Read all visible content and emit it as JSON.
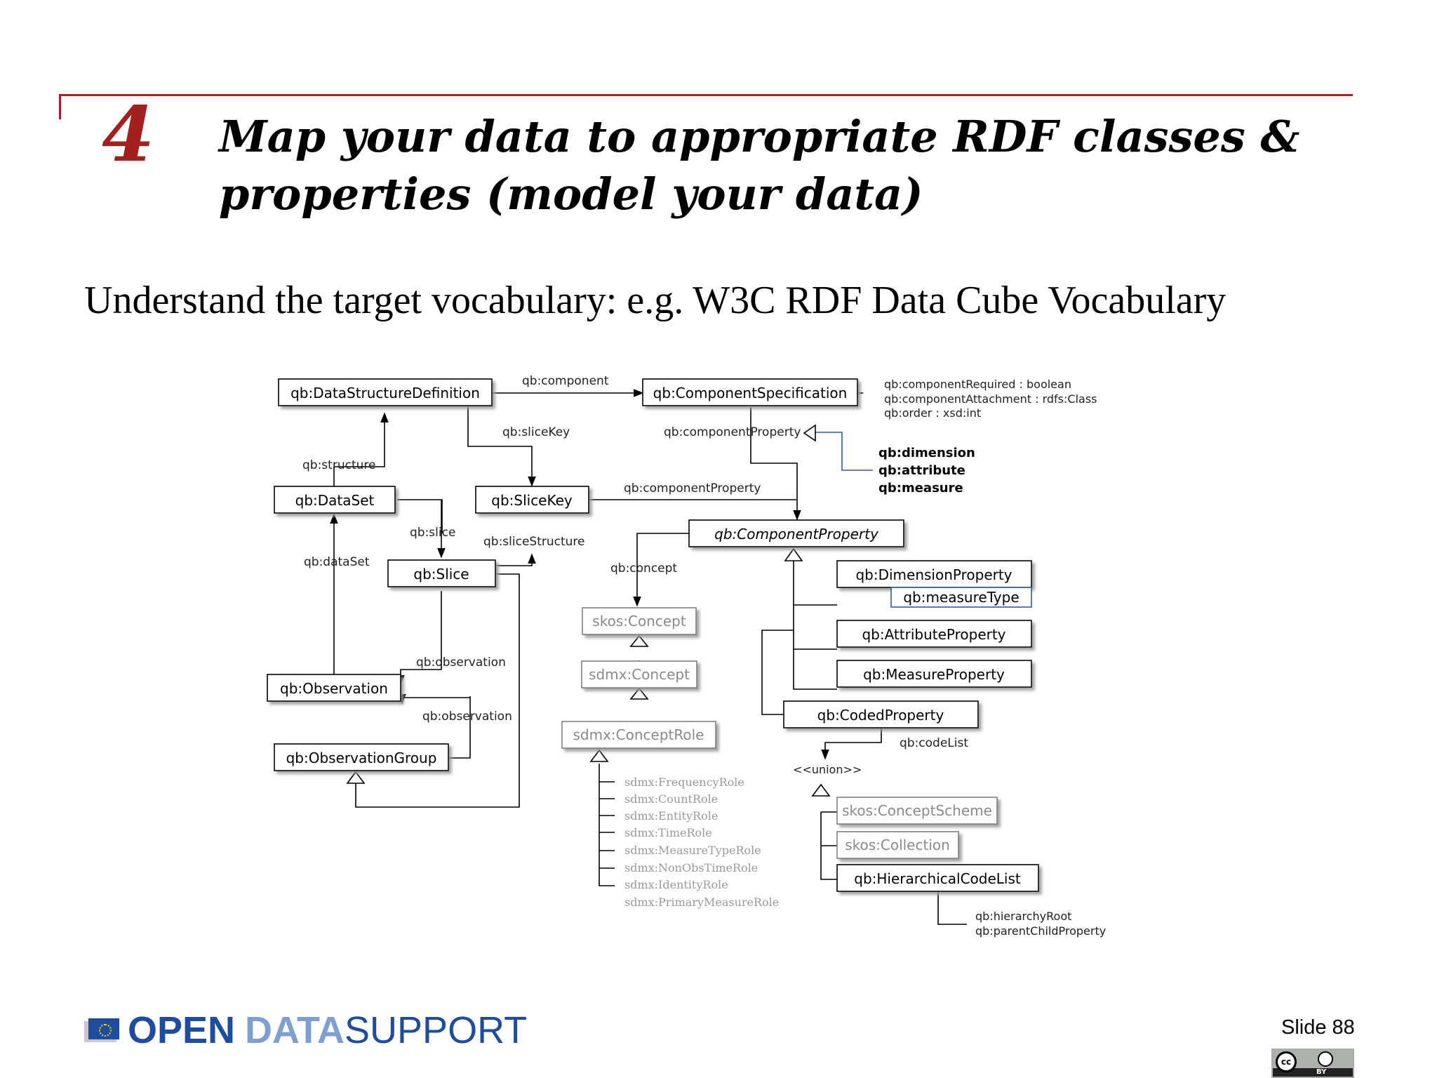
{
  "slide": {
    "step_number": "4",
    "title_line1": "Map your data to appropriate RDF classes &",
    "title_line2": "properties (model your data)",
    "subtitle": "Understand the target vocabulary: e.g. W3C RDF Data Cube Vocabulary",
    "slide_number": "Slide 88"
  },
  "footer": {
    "logo_open": "OPEN",
    "logo_data": "DATA",
    "logo_support": "SUPPORT",
    "license_badge": "CC BY",
    "license_cc": "cc",
    "license_by": "BY"
  },
  "diagram": {
    "classes": {
      "dsd": "qb:DataStructureDefinition",
      "component_spec": "qb:ComponentSpecification",
      "dataset": "qb:DataSet",
      "slicekey": "qb:SliceKey",
      "slice": "qb:Slice",
      "component_property": "qb:ComponentProperty",
      "observation": "qb:Observation",
      "observation_group": "qb:ObservationGroup",
      "skos_concept": "skos:Concept",
      "sdmx_concept": "sdmx:Concept",
      "sdmx_concept_role": "sdmx:ConceptRole",
      "dimension_property": "qb:DimensionProperty",
      "measure_type": "qb:measureType",
      "attribute_property": "qb:AttributeProperty",
      "measure_property": "qb:MeasureProperty",
      "coded_property": "qb:CodedProperty",
      "concept_scheme": "skos:ConceptScheme",
      "collection": "skos:Collection",
      "hierarchical_code_list": "qb:HierarchicalCodeList"
    },
    "edge_labels": {
      "component": "qb:component",
      "slice_key": "qb:sliceKey",
      "component_property_1": "qb:componentProperty",
      "component_property_2": "qb:componentProperty",
      "structure": "qb:structure",
      "slice": "qb:slice",
      "slice_structure": "qb:sliceStructure",
      "dataset": "qb:dataSet",
      "concept": "qb:concept",
      "observation_1": "qb:observation",
      "observation_2": "qb:observation",
      "code_list": "qb:codeList",
      "union": "<<union>>"
    },
    "spec_attributes": [
      "qb:componentRequired : boolean",
      "qb:componentAttachment : rdfs:Class",
      "qb:order : xsd:int"
    ],
    "component_subproperties": [
      "qb:dimension",
      "qb:attribute",
      "qb:measure"
    ],
    "concept_roles": [
      "sdmx:FrequencyRole",
      "sdmx:CountRole",
      "sdmx:EntityRole",
      "sdmx:TimeRole",
      "sdmx:MeasureTypeRole",
      "sdmx:NonObsTimeRole",
      "sdmx:IdentityRole",
      "sdmx:PrimaryMeasureRole"
    ],
    "hierarchy_properties": [
      "qb:hierarchyRoot",
      "qb:parentChildProperty"
    ]
  }
}
